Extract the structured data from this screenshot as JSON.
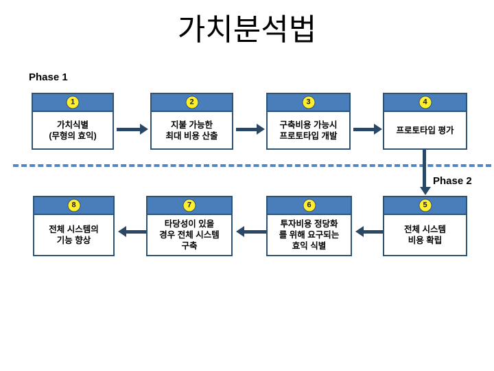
{
  "slide": {
    "title": "가치분석법",
    "background_color": "#ffffff",
    "title_color": "#000000"
  },
  "theme": {
    "box_header_fill": "#4a7ebb",
    "box_border": "#2e5274",
    "box_body_fill": "#ffffff",
    "badge_fill": "#ffef2e",
    "arrow_color": "#2a4865",
    "divider_color": "#5585c0"
  },
  "phases": [
    {
      "label": "Phase 1"
    },
    {
      "label": "Phase 2"
    }
  ],
  "top_row": [
    {
      "number": "1",
      "text": "가치식별\n(무형의 효익)"
    },
    {
      "number": "2",
      "text": "지불 가능한\n최대 비용 산출"
    },
    {
      "number": "3",
      "text": "구축비용 가능시\n프로토타입 개발"
    },
    {
      "number": "4",
      "text": "프로토타입 평가"
    }
  ],
  "bottom_row": [
    {
      "number": "8",
      "text": "전체 시스템의\n기능 향상"
    },
    {
      "number": "7",
      "text": "타당성이 있을\n경우 전체 시스템\n구축"
    },
    {
      "number": "6",
      "text": "투자비용 정당화\n를 위해 요구되는\n효익 식별"
    },
    {
      "number": "5",
      "text": "전체  시스템\n비용  확립"
    }
  ]
}
